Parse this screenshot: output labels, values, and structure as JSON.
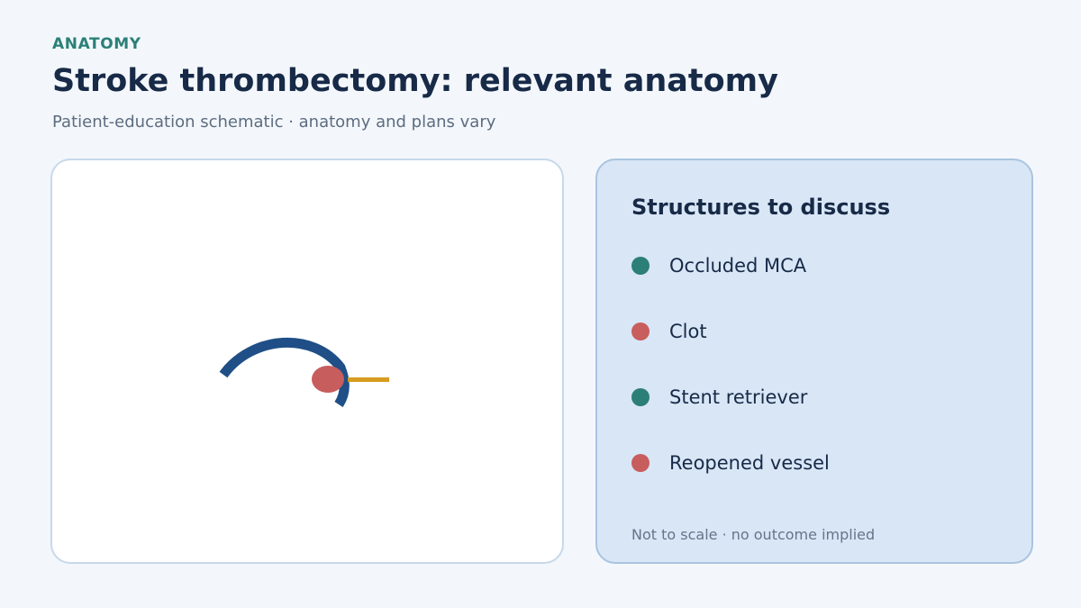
{
  "header": {
    "eyebrow": "ANATOMY",
    "title": "Stroke thrombectomy: relevant anatomy",
    "subtitle": "Patient-education schematic · anatomy and plans vary"
  },
  "legend": {
    "title": "Structures to discuss",
    "items": [
      {
        "label": "Occluded MCA",
        "color": "#2b7f77"
      },
      {
        "label": "Clot",
        "color": "#c85d5d"
      },
      {
        "label": "Stent retriever",
        "color": "#2b7f77"
      },
      {
        "label": "Reopened vessel",
        "color": "#c85d5d"
      }
    ],
    "footnote": "Not to scale · no outcome implied"
  },
  "diagram": {
    "vessel_color": "#1f4f86",
    "clot_color": "#c85d5d",
    "retriever_color": "#d79c21"
  }
}
